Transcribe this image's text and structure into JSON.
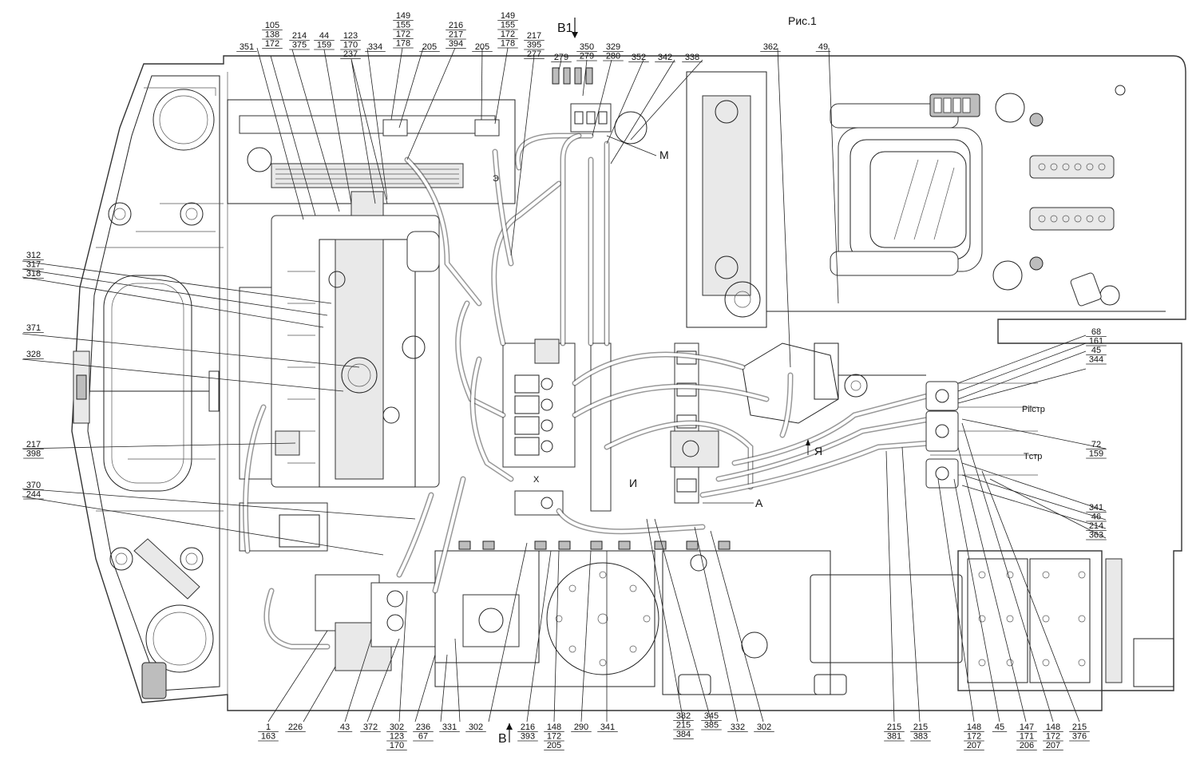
{
  "figure_title": "Рис.1",
  "view_labels": {
    "b1": "В1",
    "b": "В",
    "m": "М",
    "e": "Э",
    "ya": "Я",
    "a": "А",
    "i": "И",
    "x": "Х"
  },
  "port_labels": {
    "pilot": "Pilстр",
    "tank": "Tстр"
  },
  "callouts_top": [
    {
      "id": "c351",
      "lines": [
        "351"
      ]
    },
    {
      "id": "c105",
      "lines": [
        "105",
        "138",
        "172"
      ]
    },
    {
      "id": "c214",
      "lines": [
        "214",
        "375"
      ]
    },
    {
      "id": "c44",
      "lines": [
        "44",
        "159"
      ]
    },
    {
      "id": "c123",
      "lines": [
        "123",
        "170",
        "237"
      ]
    },
    {
      "id": "c334",
      "lines": [
        "334"
      ]
    },
    {
      "id": "c149a",
      "lines": [
        "149",
        "155",
        "172",
        "178"
      ]
    },
    {
      "id": "c205a",
      "lines": [
        "205"
      ]
    },
    {
      "id": "c216",
      "lines": [
        "216",
        "217",
        "394"
      ]
    },
    {
      "id": "c205b",
      "lines": [
        "205"
      ]
    },
    {
      "id": "c149b",
      "lines": [
        "149",
        "155",
        "172",
        "178"
      ]
    },
    {
      "id": "c217a",
      "lines": [
        "217",
        "395",
        "277"
      ]
    },
    {
      "id": "c279a",
      "lines": [
        "279"
      ]
    },
    {
      "id": "c350",
      "lines": [
        "350",
        "279"
      ]
    },
    {
      "id": "c329",
      "lines": [
        "329",
        "280"
      ]
    },
    {
      "id": "c352",
      "lines": [
        "352"
      ]
    },
    {
      "id": "c342",
      "lines": [
        "342"
      ]
    },
    {
      "id": "c338",
      "lines": [
        "338"
      ]
    },
    {
      "id": "c362",
      "lines": [
        "362"
      ]
    },
    {
      "id": "c49",
      "lines": [
        "49"
      ]
    }
  ],
  "callouts_left": [
    {
      "id": "c312",
      "lines": [
        "312",
        "317",
        "318"
      ]
    },
    {
      "id": "c371",
      "lines": [
        "371"
      ]
    },
    {
      "id": "c328",
      "lines": [
        "328"
      ]
    },
    {
      "id": "c217b",
      "lines": [
        "217",
        "398"
      ]
    },
    {
      "id": "c370",
      "lines": [
        "370",
        "244"
      ]
    }
  ],
  "callouts_right": [
    {
      "id": "c68",
      "lines": [
        "68",
        "161",
        "45",
        "344"
      ]
    },
    {
      "id": "c72",
      "lines": [
        "72",
        "159"
      ]
    },
    {
      "id": "c341r",
      "lines": [
        "341",
        "46",
        "214",
        "363"
      ]
    }
  ],
  "callouts_bottom": [
    {
      "id": "c1",
      "lines": [
        "1",
        "163"
      ]
    },
    {
      "id": "c226",
      "lines": [
        "226"
      ]
    },
    {
      "id": "c43",
      "lines": [
        "43"
      ]
    },
    {
      "id": "c372",
      "lines": [
        "372"
      ]
    },
    {
      "id": "c302a",
      "lines": [
        "302",
        "123",
        "170"
      ]
    },
    {
      "id": "c236",
      "lines": [
        "236",
        "67"
      ]
    },
    {
      "id": "c331",
      "lines": [
        "331"
      ]
    },
    {
      "id": "c302b",
      "lines": [
        "302"
      ]
    },
    {
      "id": "c216b",
      "lines": [
        "216",
        "393"
      ]
    },
    {
      "id": "c148a",
      "lines": [
        "148",
        "172",
        "205"
      ]
    },
    {
      "id": "c290",
      "lines": [
        "290"
      ]
    },
    {
      "id": "c341b",
      "lines": [
        "341"
      ]
    },
    {
      "id": "c382",
      "lines": [
        "382",
        "215",
        "384"
      ]
    },
    {
      "id": "c345",
      "lines": [
        "345",
        "385"
      ]
    },
    {
      "id": "c332",
      "lines": [
        "332"
      ]
    },
    {
      "id": "c302c",
      "lines": [
        "302"
      ]
    },
    {
      "id": "c215a",
      "lines": [
        "215",
        "381"
      ]
    },
    {
      "id": "c215b",
      "lines": [
        "215",
        "383"
      ]
    },
    {
      "id": "c148b",
      "lines": [
        "148",
        "172",
        "207"
      ]
    },
    {
      "id": "c45b",
      "lines": [
        "45"
      ]
    },
    {
      "id": "c147",
      "lines": [
        "147",
        "171",
        "206"
      ]
    },
    {
      "id": "c148c",
      "lines": [
        "148",
        "172",
        "207"
      ]
    },
    {
      "id": "c215c",
      "lines": [
        "215",
        "376"
      ]
    }
  ]
}
